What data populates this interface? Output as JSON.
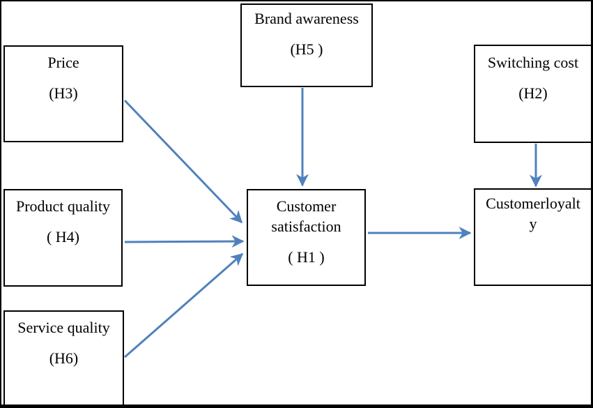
{
  "colors": {
    "arrow": "#4f81bd",
    "box_border": "#000000",
    "box_fill": "#ffffff",
    "frame": "#000000"
  },
  "nodes": {
    "price": {
      "lines": [
        "Price",
        "(H3)"
      ]
    },
    "brand_awareness": {
      "lines": [
        "Brand awareness",
        "(H5 )"
      ]
    },
    "switching_cost": {
      "lines": [
        "Switching cost",
        "(H2)"
      ]
    },
    "product_quality": {
      "lines": [
        "Product quality",
        "( H4)"
      ]
    },
    "service_quality": {
      "lines": [
        "Service quality",
        "(H6)"
      ]
    },
    "customer_satisfaction": {
      "lines": [
        "Customer",
        "satisfaction",
        "( H1 )"
      ]
    },
    "customer_loyalty": {
      "lines": [
        "Customerloyalt",
        "y"
      ]
    }
  },
  "edges": [
    {
      "from": "Price (H3)",
      "to": "Customer satisfaction (H1)"
    },
    {
      "from": "Product quality (H4)",
      "to": "Customer satisfaction (H1)"
    },
    {
      "from": "Service quality (H6)",
      "to": "Customer satisfaction (H1)"
    },
    {
      "from": "Brand awareness (H5)",
      "to": "Customer satisfaction (H1)"
    },
    {
      "from": "Switching cost (H2)",
      "to": "Customer loyalty"
    },
    {
      "from": "Customer satisfaction (H1)",
      "to": "Customer loyalty"
    }
  ]
}
